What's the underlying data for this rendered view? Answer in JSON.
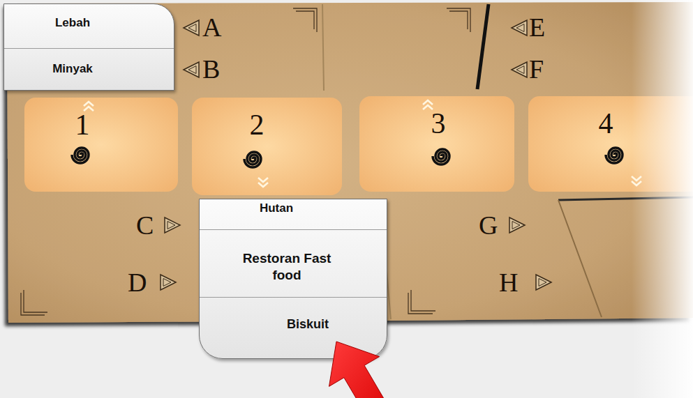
{
  "diagram": {
    "nodes": [
      {
        "text": [
          "Lebah",
          "Minyak"
        ]
      },
      {
        "text": [
          "A",
          "B"
        ]
      },
      {
        "text": [
          "E",
          "F"
        ]
      },
      {
        "text": [
          "1"
        ]
      },
      {
        "text": [
          "2"
        ]
      },
      {
        "text": [
          "3"
        ]
      },
      {
        "text": [
          "4"
        ]
      },
      {
        "text": [
          "C",
          "D"
        ]
      },
      {
        "text": [
          "Hutan",
          "Restoran Fast food",
          "Biskuit"
        ]
      },
      {
        "text": [
          "G",
          "H"
        ]
      }
    ]
  }
}
